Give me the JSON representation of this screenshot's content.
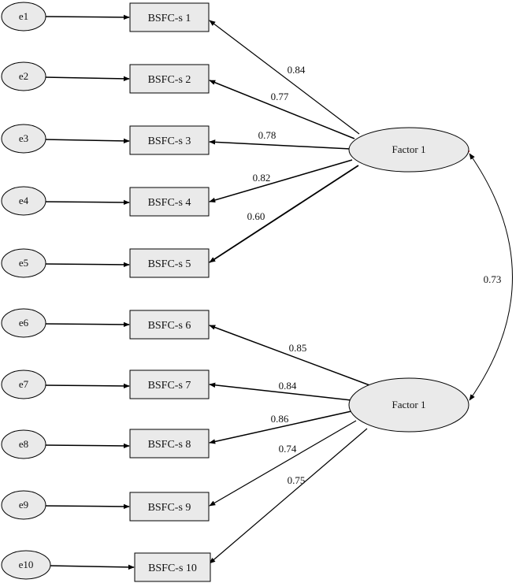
{
  "diagram": {
    "errors": [
      "e1",
      "e2",
      "e3",
      "e4",
      "e5",
      "e6",
      "e7",
      "e8",
      "e9",
      "e10"
    ],
    "indicators": [
      "BSFC-s 1",
      "BSFC-s 2",
      "BSFC-s 3",
      "BSFC-s 4",
      "BSFC-s 5",
      "BSFC-s 6",
      "BSFC-s 7",
      "BSFC-s 8",
      "BSFC-s 9",
      "BSFC-s 10"
    ],
    "factors": [
      {
        "label": "Factor 1",
        "loadings": [
          "0.84",
          "0.77",
          "0.78",
          "0.82",
          "0.60"
        ]
      },
      {
        "label": "Factor 1",
        "loadings": [
          "0.85",
          "0.84",
          "0.86",
          "0.74",
          "0.75"
        ]
      }
    ],
    "correlation": "0.73"
  }
}
